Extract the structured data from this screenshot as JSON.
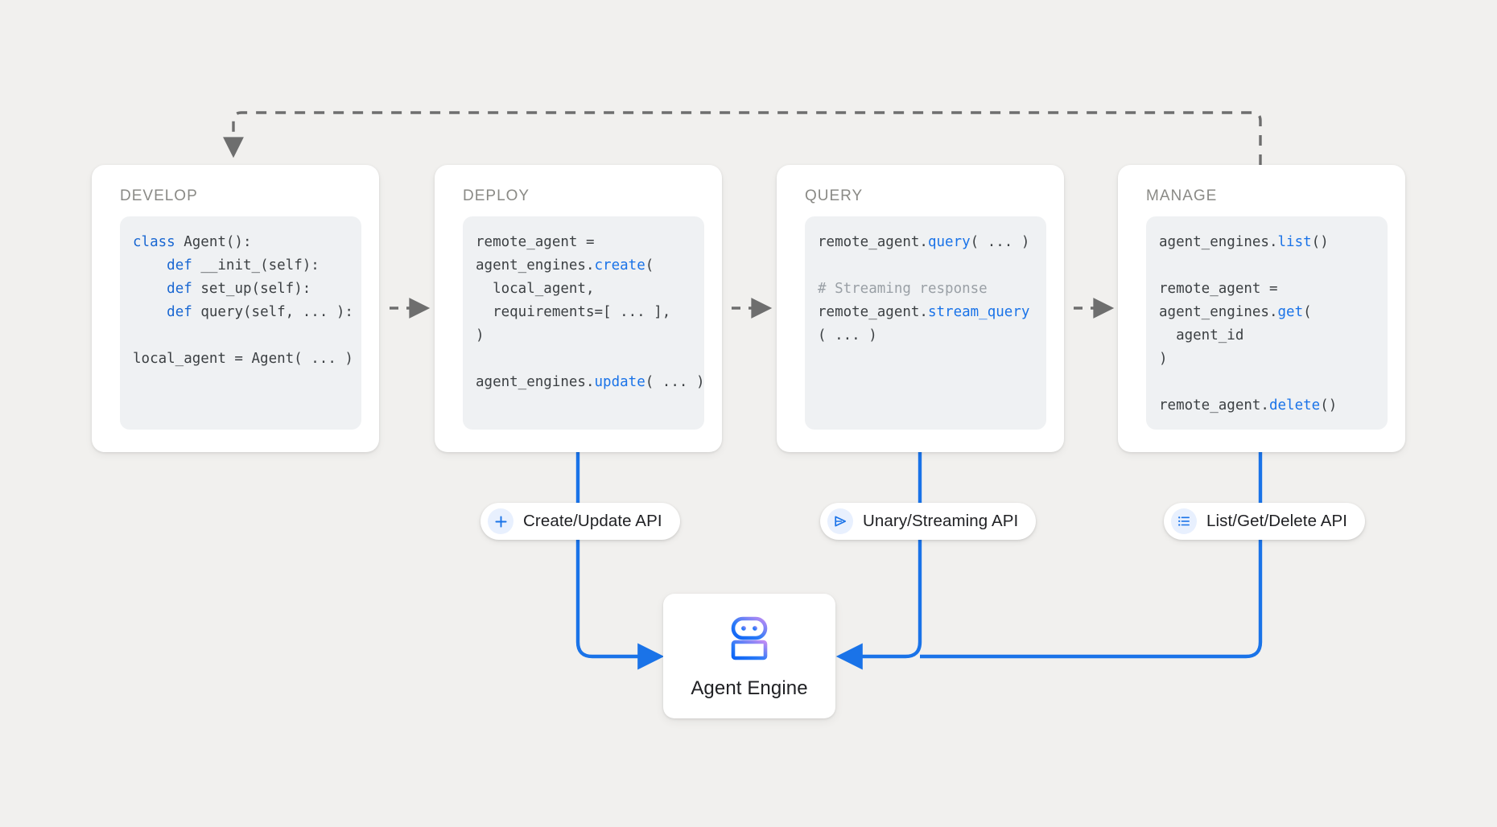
{
  "canvas": {
    "background": "#f1f0ee",
    "accent_blue": "#1a73e8",
    "dashed_gray": "#6e6e6e",
    "code_bg": "#eff1f3",
    "title_gray": "#8a8a86"
  },
  "stages": [
    {
      "title": "DEVELOP",
      "code_lines": [
        [
          {
            "t": "class ",
            "c": "kw"
          },
          {
            "t": "Agent():",
            "c": ""
          }
        ],
        [
          {
            "t": "    ",
            "c": ""
          },
          {
            "t": "def ",
            "c": "kw"
          },
          {
            "t": "__init_(self):",
            "c": ""
          }
        ],
        [
          {
            "t": "    ",
            "c": ""
          },
          {
            "t": "def ",
            "c": "kw"
          },
          {
            "t": "set_up(self):",
            "c": ""
          }
        ],
        [
          {
            "t": "    ",
            "c": ""
          },
          {
            "t": "def ",
            "c": "kw"
          },
          {
            "t": "query(self, ... ):",
            "c": ""
          }
        ],
        [
          {
            "t": "",
            "c": ""
          }
        ],
        [
          {
            "t": "local_agent = Agent( ... )",
            "c": ""
          }
        ]
      ]
    },
    {
      "title": "DEPLOY",
      "code_lines": [
        [
          {
            "t": "remote_agent =",
            "c": ""
          }
        ],
        [
          {
            "t": "agent_engines.",
            "c": ""
          },
          {
            "t": "create",
            "c": "fn"
          },
          {
            "t": "(",
            "c": ""
          }
        ],
        [
          {
            "t": "  local_agent,",
            "c": ""
          }
        ],
        [
          {
            "t": "  requirements=[ ... ],",
            "c": ""
          }
        ],
        [
          {
            "t": ")",
            "c": ""
          }
        ],
        [
          {
            "t": "",
            "c": ""
          }
        ],
        [
          {
            "t": "agent_engines.",
            "c": ""
          },
          {
            "t": "update",
            "c": "fn"
          },
          {
            "t": "( ... )",
            "c": ""
          }
        ]
      ]
    },
    {
      "title": "QUERY",
      "code_lines": [
        [
          {
            "t": "remote_agent.",
            "c": ""
          },
          {
            "t": "query",
            "c": "fn"
          },
          {
            "t": "( ... )",
            "c": ""
          }
        ],
        [
          {
            "t": "",
            "c": ""
          }
        ],
        [
          {
            "t": "# Streaming response",
            "c": "cm"
          }
        ],
        [
          {
            "t": "remote_agent.",
            "c": ""
          },
          {
            "t": "stream_query",
            "c": "fn"
          }
        ],
        [
          {
            "t": "( ... )",
            "c": ""
          }
        ]
      ]
    },
    {
      "title": "MANAGE",
      "code_lines": [
        [
          {
            "t": "agent_engines.",
            "c": ""
          },
          {
            "t": "list",
            "c": "fn"
          },
          {
            "t": "()",
            "c": ""
          }
        ],
        [
          {
            "t": "",
            "c": ""
          }
        ],
        [
          {
            "t": "remote_agent =",
            "c": ""
          }
        ],
        [
          {
            "t": "agent_engines.",
            "c": ""
          },
          {
            "t": "get",
            "c": "fn"
          },
          {
            "t": "(",
            "c": ""
          }
        ],
        [
          {
            "t": "  agent_id",
            "c": ""
          }
        ],
        [
          {
            "t": ")",
            "c": ""
          }
        ],
        [
          {
            "t": "",
            "c": ""
          }
        ],
        [
          {
            "t": "remote_agent.",
            "c": ""
          },
          {
            "t": "delete",
            "c": "fn"
          },
          {
            "t": "()",
            "c": ""
          }
        ]
      ]
    }
  ],
  "api_pills": [
    {
      "label": "Create/Update API",
      "icon": "plus-icon"
    },
    {
      "label": "Unary/Streaming API",
      "icon": "send-triangle-icon"
    },
    {
      "label": "List/Get/Delete API",
      "icon": "list-icon"
    }
  ],
  "agent_node": {
    "label": "Agent Engine",
    "icon": "robot-icon",
    "gradient_from": "#1a73e8",
    "gradient_to": "#b388f5"
  },
  "connectors": {
    "stage_flow": "dashed-arrow-right",
    "feedback_loop": "dashed-arrow-manage-to-develop",
    "api_flow": "solid-blue-arrow-to-agent-engine"
  }
}
